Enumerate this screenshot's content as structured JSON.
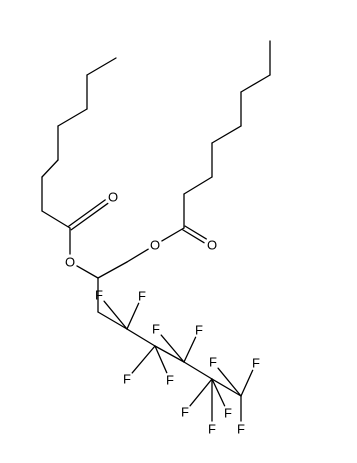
{
  "molecule": {
    "atoms": [
      {
        "id": "t1",
        "symbol": ""
      },
      {
        "id": "t2",
        "symbol": ""
      },
      {
        "id": "t3",
        "symbol": ""
      },
      {
        "id": "t4",
        "symbol": ""
      },
      {
        "id": "t5",
        "symbol": ""
      },
      {
        "id": "t6",
        "symbol": ""
      },
      {
        "id": "t7",
        "symbol": ""
      },
      {
        "id": "tC",
        "symbol": ""
      },
      {
        "id": "O_dbl1",
        "symbol": "O"
      },
      {
        "id": "O_est1",
        "symbol": "O"
      },
      {
        "id": "C2",
        "symbol": ""
      },
      {
        "id": "C1",
        "symbol": ""
      },
      {
        "id": "O_est2",
        "symbol": "O"
      },
      {
        "id": "uC",
        "symbol": ""
      },
      {
        "id": "O_dbl2",
        "symbol": "O"
      },
      {
        "id": "u1",
        "symbol": ""
      },
      {
        "id": "u2",
        "symbol": ""
      },
      {
        "id": "u3",
        "symbol": ""
      },
      {
        "id": "u4",
        "symbol": ""
      },
      {
        "id": "u5",
        "symbol": ""
      },
      {
        "id": "u6",
        "symbol": ""
      },
      {
        "id": "u7",
        "symbol": ""
      },
      {
        "id": "C3",
        "symbol": ""
      },
      {
        "id": "CF1",
        "symbol": ""
      },
      {
        "id": "CF2",
        "symbol": ""
      },
      {
        "id": "CF3",
        "symbol": ""
      },
      {
        "id": "CF4",
        "symbol": ""
      },
      {
        "id": "CF5",
        "symbol": ""
      },
      {
        "id": "F1a",
        "symbol": "F"
      },
      {
        "id": "F1b",
        "symbol": "F"
      },
      {
        "id": "F2a",
        "symbol": "F"
      },
      {
        "id": "F2b",
        "symbol": "F"
      },
      {
        "id": "F3a",
        "symbol": "F"
      },
      {
        "id": "F3b",
        "symbol": "F"
      },
      {
        "id": "F4a",
        "symbol": "F"
      },
      {
        "id": "F4b",
        "symbol": "F"
      },
      {
        "id": "F5a",
        "symbol": "F"
      },
      {
        "id": "F5b",
        "symbol": "F"
      },
      {
        "id": "F5c",
        "symbol": "F"
      },
      {
        "id": "F4c",
        "symbol": "F"
      }
    ],
    "bonds": [
      {
        "a": "t1",
        "b": "t2",
        "order": 1
      },
      {
        "a": "t2",
        "b": "t3",
        "order": 1
      },
      {
        "a": "t3",
        "b": "t4",
        "order": 1
      },
      {
        "a": "t4",
        "b": "t5",
        "order": 1
      },
      {
        "a": "t5",
        "b": "t6",
        "order": 1
      },
      {
        "a": "t6",
        "b": "t7",
        "order": 1
      },
      {
        "a": "t7",
        "b": "tC",
        "order": 1
      },
      {
        "a": "tC",
        "b": "O_dbl1",
        "order": 2
      },
      {
        "a": "tC",
        "b": "O_est1",
        "order": 1
      },
      {
        "a": "O_est1",
        "b": "C2",
        "order": 1
      },
      {
        "a": "C2",
        "b": "C1",
        "order": 1
      },
      {
        "a": "C1",
        "b": "O_est2",
        "order": 1
      },
      {
        "a": "O_est2",
        "b": "uC",
        "order": 1
      },
      {
        "a": "uC",
        "b": "O_dbl2",
        "order": 2
      },
      {
        "a": "uC",
        "b": "u1",
        "order": 1
      },
      {
        "a": "u1",
        "b": "u2",
        "order": 1
      },
      {
        "a": "u2",
        "b": "u3",
        "order": 1
      },
      {
        "a": "u3",
        "b": "u4",
        "order": 1
      },
      {
        "a": "u4",
        "b": "u5",
        "order": 1
      },
      {
        "a": "u5",
        "b": "u6",
        "order": 1
      },
      {
        "a": "u6",
        "b": "u7",
        "order": 1
      },
      {
        "a": "C2",
        "b": "C3",
        "order": 1
      },
      {
        "a": "C3",
        "b": "CF1",
        "order": 1
      },
      {
        "a": "CF1",
        "b": "CF2",
        "order": 1
      },
      {
        "a": "CF2",
        "b": "CF3",
        "order": 1
      },
      {
        "a": "CF3",
        "b": "CF4",
        "order": 1
      },
      {
        "a": "CF4",
        "b": "CF5",
        "order": 1
      },
      {
        "a": "CF1",
        "b": "F1a",
        "order": 1
      },
      {
        "a": "CF1",
        "b": "F1b",
        "order": 1
      },
      {
        "a": "CF2",
        "b": "F2a",
        "order": 1
      },
      {
        "a": "CF2",
        "b": "F2b",
        "order": 1
      },
      {
        "a": "CF3",
        "b": "F3a",
        "order": 1
      },
      {
        "a": "CF3",
        "b": "F3b",
        "order": 1
      },
      {
        "a": "CF4",
        "b": "F4a",
        "order": 1
      },
      {
        "a": "CF4",
        "b": "F4b",
        "order": 1
      },
      {
        "a": "CF5",
        "b": "F5a",
        "order": 1
      },
      {
        "a": "CF5",
        "b": "F5b",
        "order": 1
      },
      {
        "a": "CF5",
        "b": "F5c",
        "order": 1
      },
      {
        "a": "CF4",
        "b": "F4c",
        "order": 1
      }
    ]
  }
}
